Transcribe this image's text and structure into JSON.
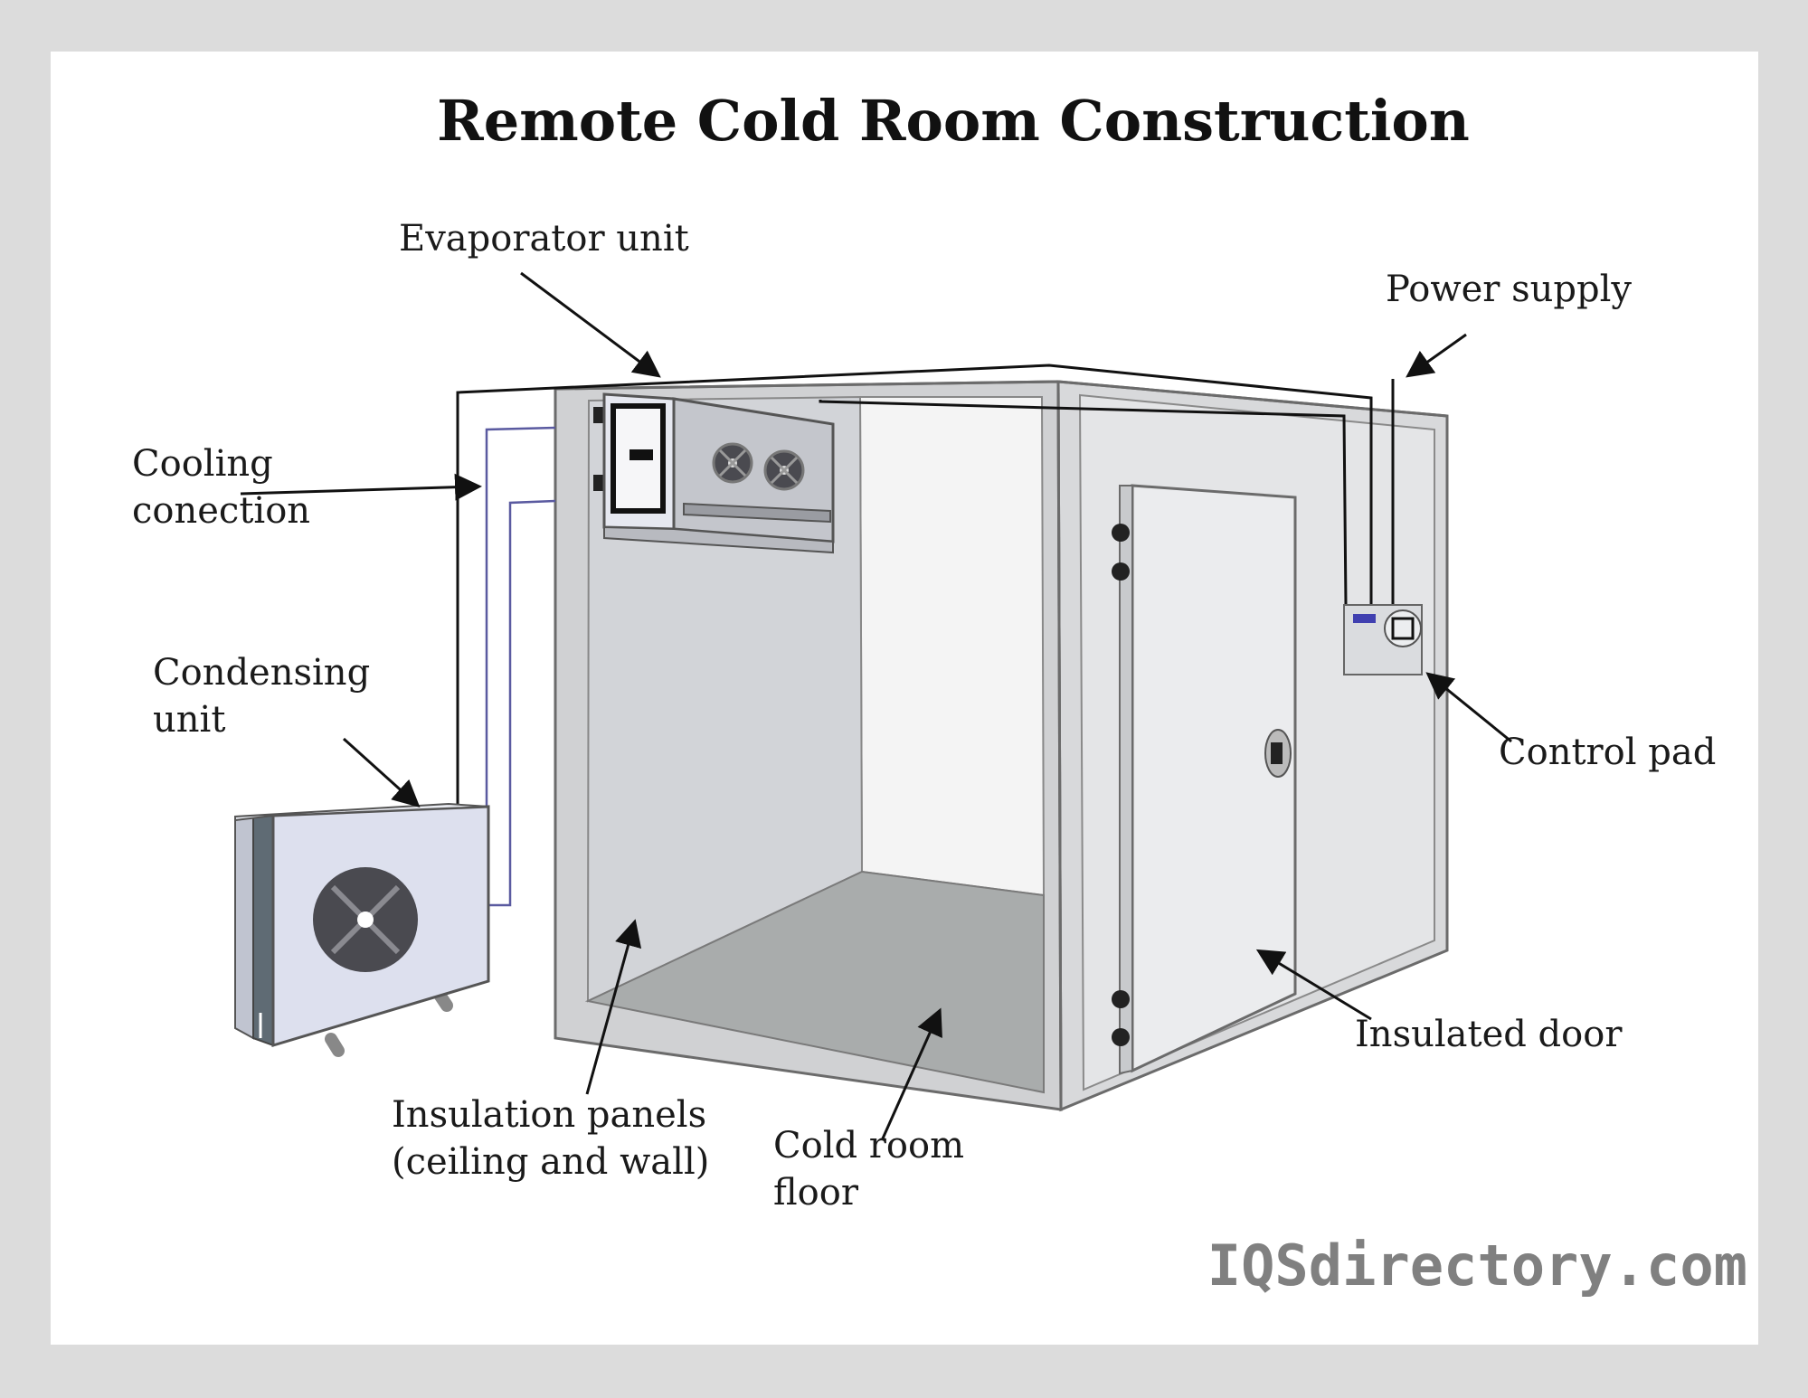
{
  "title": "Remote Cold Room Construction",
  "labels": {
    "evaporator_unit": "Evaporator unit",
    "power_supply": "Power supply",
    "cooling_connection_line1": "Cooling",
    "cooling_connection_line2": "conection",
    "condensing_unit_line1": "Condensing",
    "condensing_unit_line2": "unit",
    "control_pad": "Control pad",
    "insulated_door": "Insulated door",
    "insulation_panels_line1": "Insulation panels",
    "insulation_panels_line2": "(ceiling and wall)",
    "cold_room_floor_line1": "Cold room",
    "cold_room_floor_line2": "floor"
  },
  "brand": "IQSdirectory.com",
  "colors": {
    "background": "#dcdcdc",
    "panel": "#ffffff",
    "wall_frame": "#d0d1d3",
    "interior_wall": "#d2d4d8",
    "back_wall": "#f4f4f4",
    "floor": "#a9acac",
    "unit_body": "#dde0ee",
    "fan": "#4a4a50",
    "pipe": "#5a5aa0",
    "control_display": "#4040b0",
    "brand_text": "#808080"
  }
}
